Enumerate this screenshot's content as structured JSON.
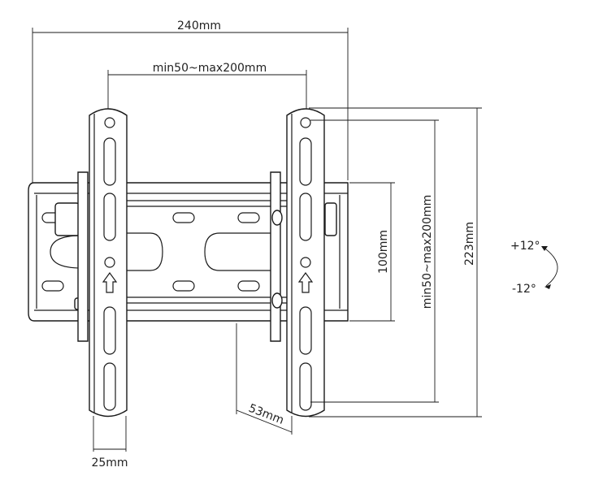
{
  "dimensions": {
    "overall_width": "240mm",
    "horizontal_vesa": "min50~max200mm",
    "vertical_spacing": "100mm",
    "vertical_vesa": "min50~max200mm",
    "overall_height": "223mm",
    "strip_width": "25mm",
    "wall_depth": "53mm"
  },
  "tilt": {
    "up": "+12°",
    "down": "-12°"
  }
}
